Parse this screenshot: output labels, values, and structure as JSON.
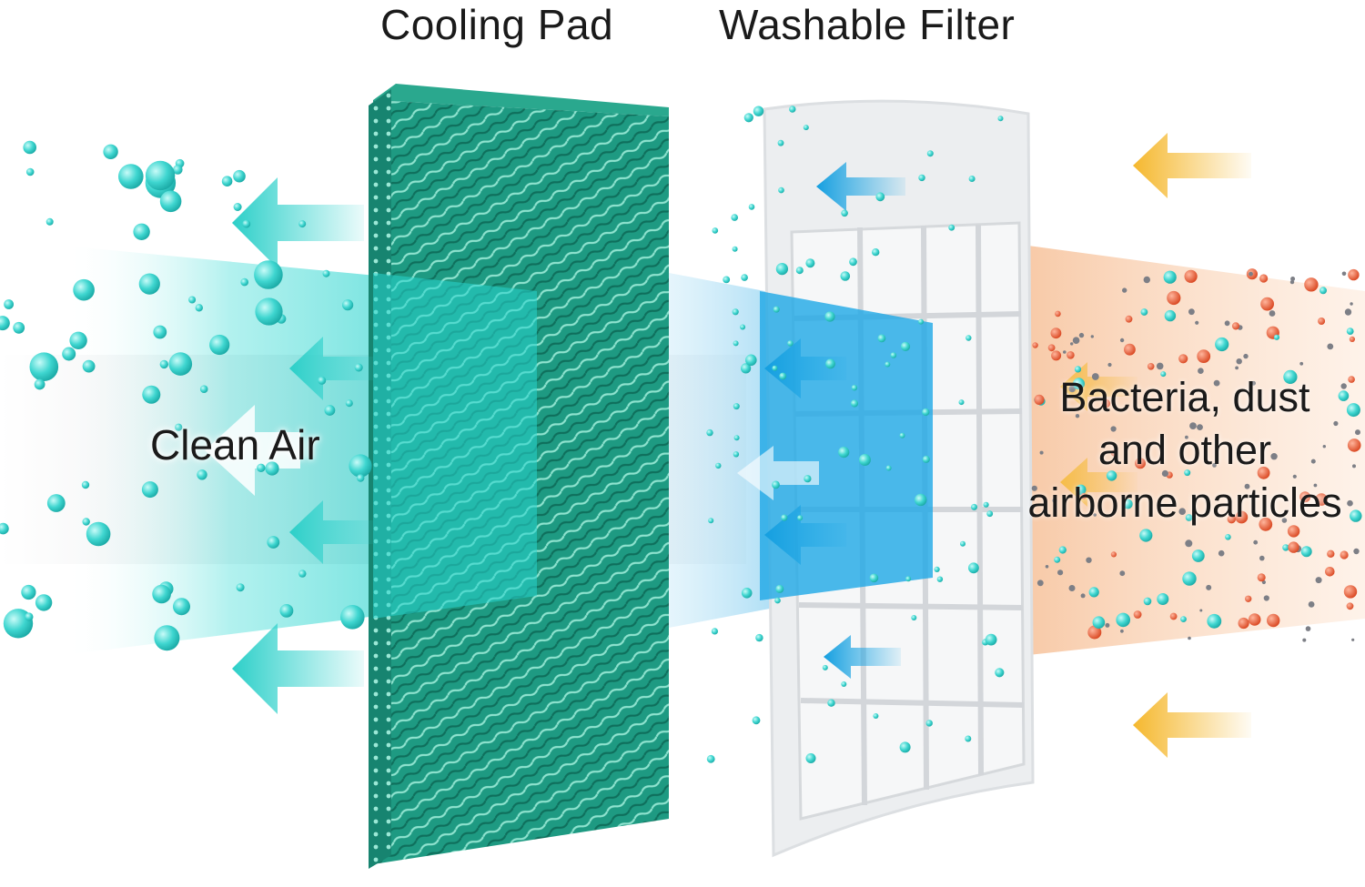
{
  "labels": {
    "cooling_pad": "Cooling Pad",
    "washable_filter": "Washable Filter",
    "clean_air": "Clean Air",
    "particles_line1": "Bacteria, dust",
    "particles_line2": "and other",
    "particles_line3": "airborne particles"
  },
  "colors": {
    "cooling_pad": "#1f9d84",
    "cooling_pad_dark": "#167a66",
    "clean_air_cyan": "#35d4d0",
    "filter_frame": "#eef0f2",
    "filter_blue": "#1ea8e6",
    "dirty_air_orange": "#f6b98a",
    "incoming_arrow": "#f5b82e",
    "particle_red": "#e4572e",
    "particle_gray": "#7d7f86"
  },
  "icons": [
    "left-arrow-icon",
    "bubble-icon",
    "particle-icon"
  ]
}
